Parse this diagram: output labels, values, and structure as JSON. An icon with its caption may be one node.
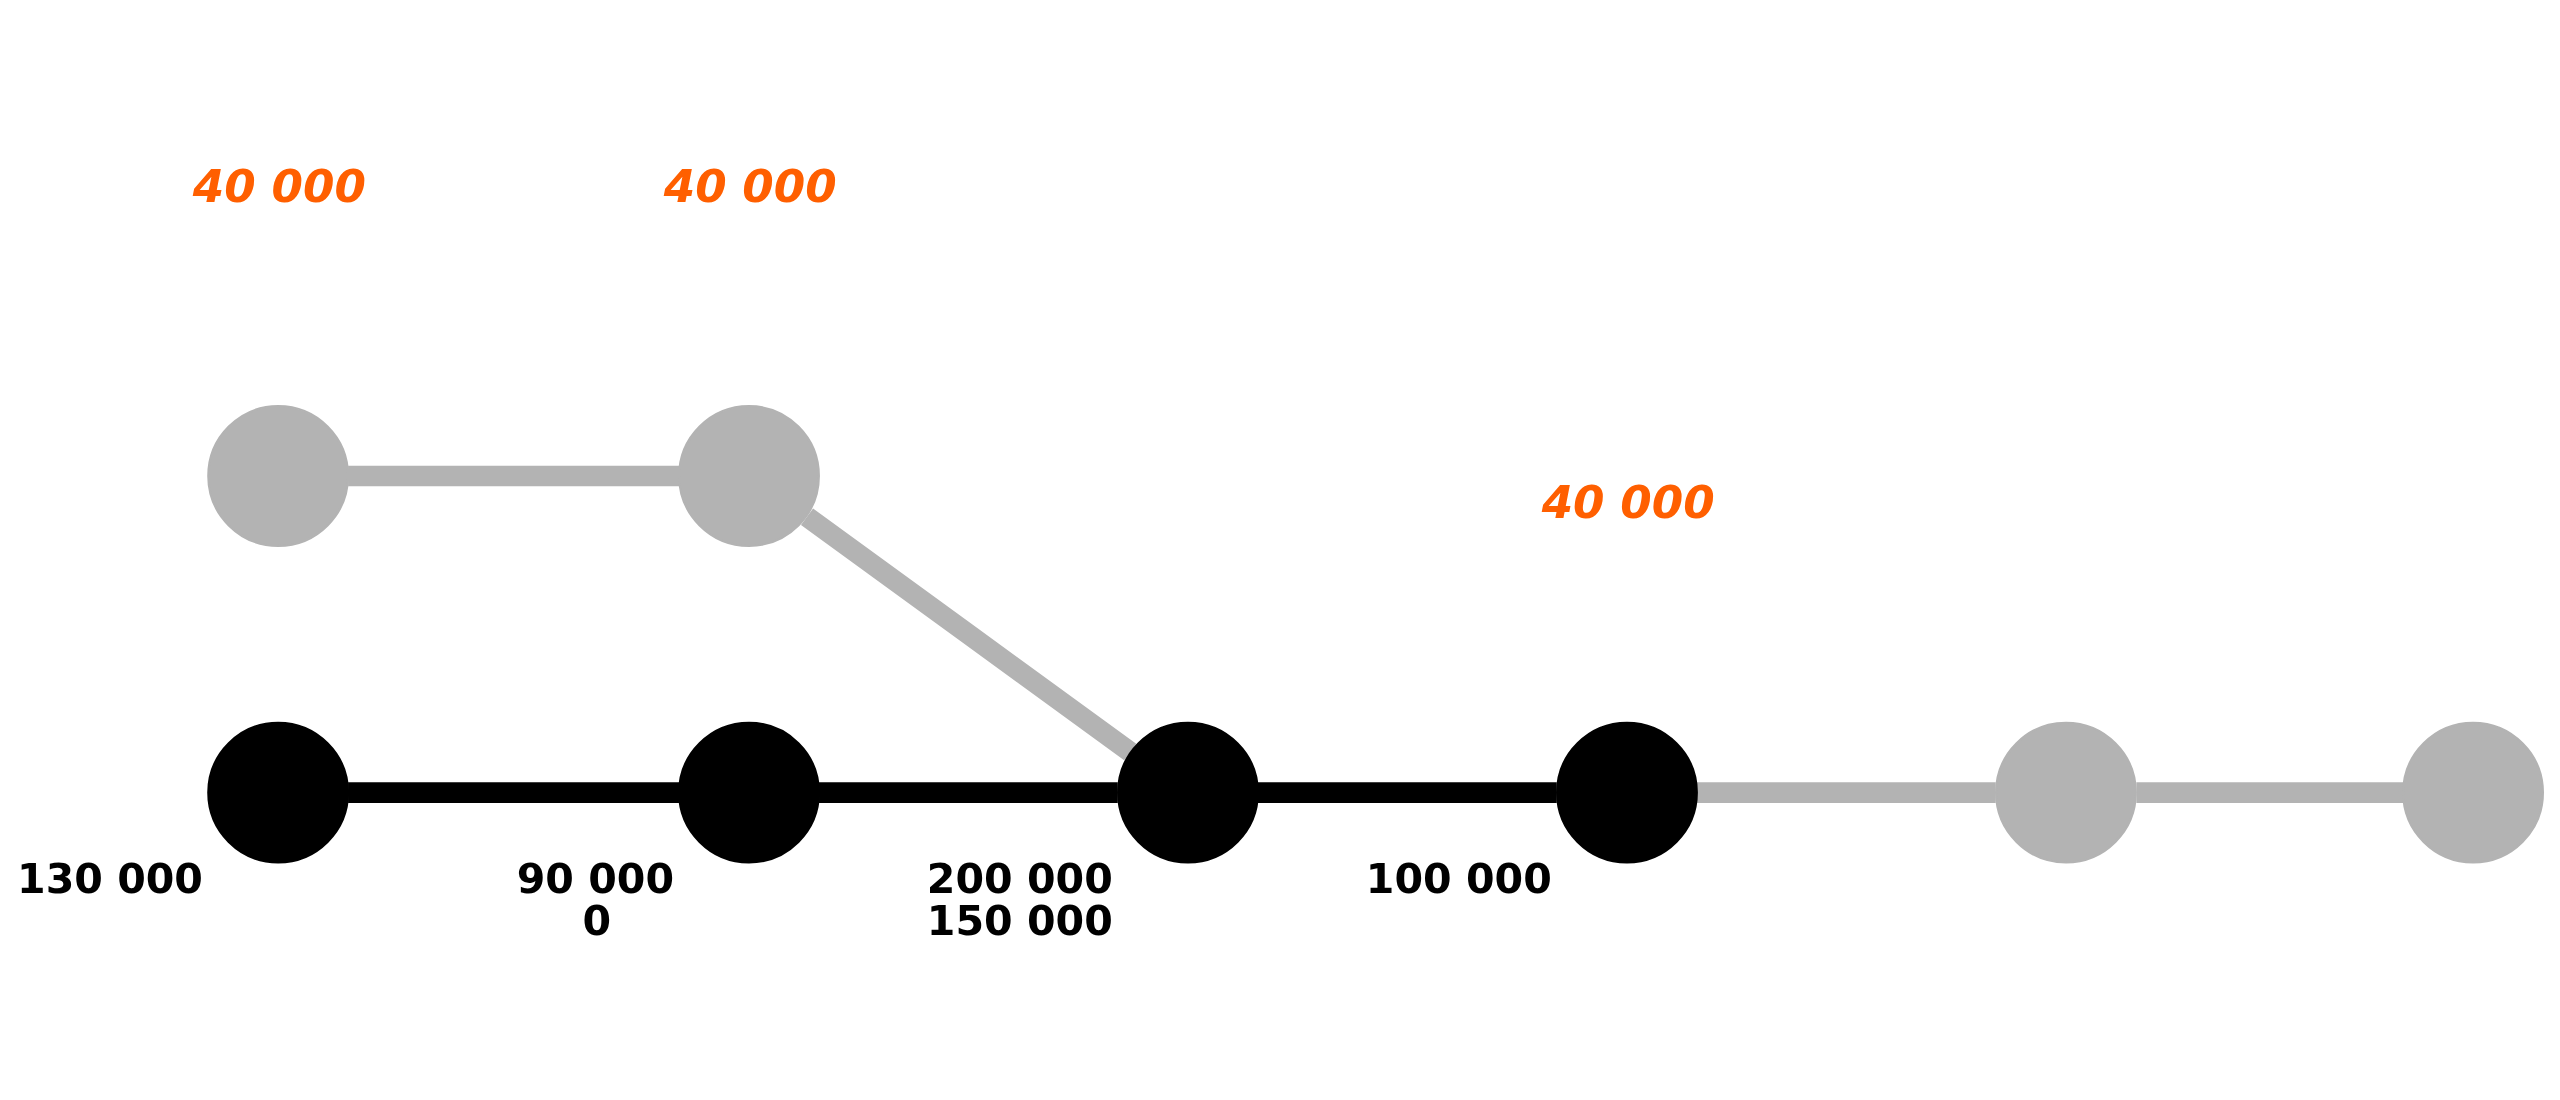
{
  "diagram": {
    "nodes": [
      {
        "text": [],
        "shape": "circle"
      },
      {
        "text": [],
        "shape": "circle"
      },
      {
        "text": [],
        "shape": "circle",
        "beside": [
          "100 000"
        ]
      },
      {
        "text": [],
        "shape": "circle"
      },
      {
        "text": [],
        "shape": "circle",
        "beside": [
          "90 000",
          "0"
        ]
      },
      {
        "text": [],
        "shape": "circle",
        "beside": [
          "200 000",
          "150 000"
        ]
      },
      {
        "text": [],
        "shape": "circle",
        "beside": [
          "130 000"
        ]
      },
      {
        "text": [],
        "shape": "circle"
      }
    ],
    "edges": [
      {
        "from": 0,
        "to": 1,
        "arrow": "none"
      },
      {
        "from": 1,
        "to": 5,
        "arrow": "none"
      },
      {
        "from": 6,
        "to": 4,
        "arrow": "none",
        "color": "#000000"
      },
      {
        "from": 4,
        "to": 5,
        "arrow": "none",
        "color": "#000000"
      },
      {
        "from": 5,
        "to": 2,
        "arrow": "none",
        "color": "#000000"
      },
      {
        "from": 2,
        "to": 3,
        "arrow": "none"
      },
      {
        "from": 3,
        "to": 7,
        "arrow": "none"
      }
    ],
    "labels": [
      "40 000",
      "40 000",
      "40 000"
    ]
  }
}
